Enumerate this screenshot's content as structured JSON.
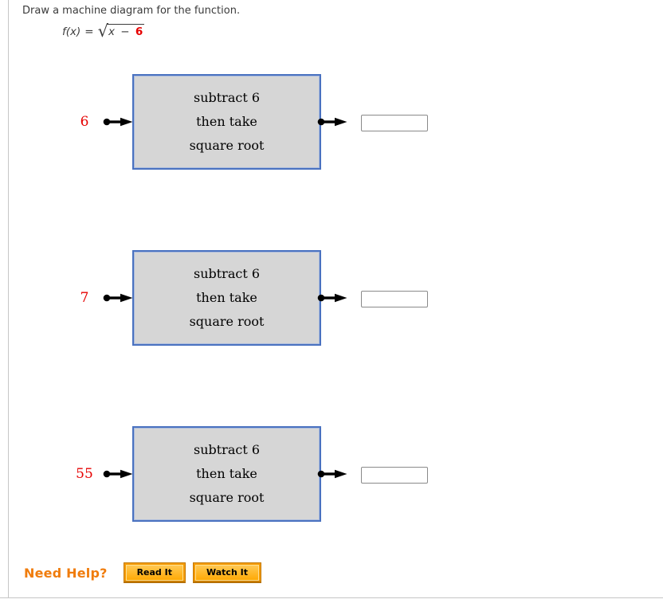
{
  "prompt": "Draw a machine diagram for the function.",
  "formula": {
    "lhs": "f(x)",
    "equals": "=",
    "radical_sign": "√",
    "variable": "x",
    "operator": "−",
    "constant": "6"
  },
  "machines": [
    {
      "input": "6",
      "lines": [
        "subtract 6",
        "then take",
        "square root"
      ],
      "answer_value": ""
    },
    {
      "input": "7",
      "lines": [
        "subtract 6",
        "then take",
        "square root"
      ],
      "answer_value": ""
    },
    {
      "input": "55",
      "lines": [
        "subtract 6",
        "then take",
        "square root"
      ],
      "answer_value": ""
    }
  ],
  "need_help": {
    "label": "Need Help?",
    "read_label": "Read It",
    "watch_label": "Watch It"
  },
  "colors": {
    "machine_box_fill": "#d6d6d6",
    "machine_box_border": "#4a72c0",
    "input_value_red": "#e60000",
    "need_help_orange": "#f07c0c",
    "button_gold": "#ffb020",
    "panel_border_gray": "#c6c6c6"
  }
}
